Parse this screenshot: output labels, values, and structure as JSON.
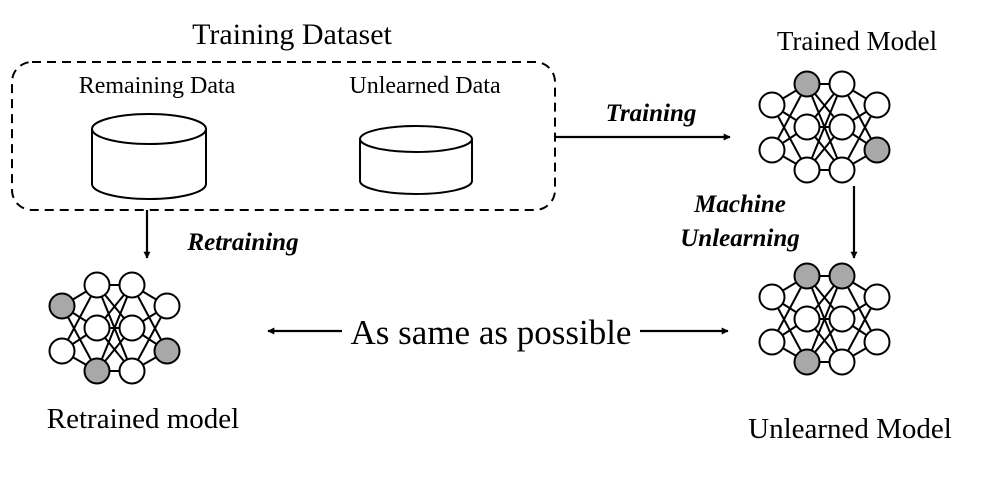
{
  "labels": {
    "training_dataset": "Training Dataset",
    "remaining_data": "Remaining Data",
    "unlearned_data": "Unlearned Data",
    "trained_model": "Trained Model",
    "training_edge": "Training",
    "retraining_edge": "Retraining",
    "machine_unlearning_line1": "Machine",
    "machine_unlearning_line2": "Unlearning",
    "comparison": "As same as possible",
    "retrained_model": "Retrained model",
    "unlearned_model": "Unlearned Model"
  },
  "colors": {
    "stroke": "#000000",
    "node_fill": "#ffffff",
    "node_highlight": "#a8a8a8"
  },
  "networks": {
    "trained": {
      "highlight": [
        "h1-0",
        "in-2",
        "out-1"
      ]
    },
    "unlearned": {
      "highlight": [
        "h1-0",
        "h2-0",
        "in-2",
        "h1-2"
      ]
    },
    "retrained": {
      "highlight": [
        "in-0",
        "h1-2",
        "out-1"
      ]
    }
  }
}
